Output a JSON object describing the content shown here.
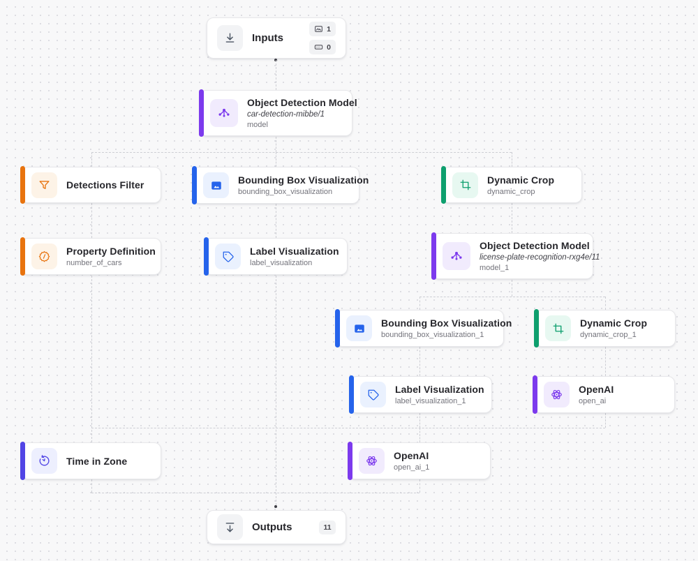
{
  "canvas": {
    "background": "#F8F8F9",
    "dot_color": "#DDDDE2",
    "edge_color": "#CDCED4"
  },
  "colors": {
    "purple": "#7C3AED",
    "purple_bg": "#F1EBFD",
    "orange": "#E8730E",
    "orange_bg": "#FDF3E7",
    "blue": "#2563EB",
    "blue_bg": "#EAF1FE",
    "green": "#0E9F6E",
    "green_bg": "#E7F8F1",
    "indigo": "#5145E5",
    "indigo_bg": "#EDEFFE",
    "gray": "#4B5563"
  },
  "nodes": {
    "inputs": {
      "title": "Inputs",
      "icon": "download-icon",
      "badges": [
        {
          "icon": "image-icon",
          "count": "1"
        },
        {
          "icon": "parameter-icon",
          "count": "0"
        }
      ]
    },
    "object_detection_model": {
      "title": "Object Detection Model",
      "model": "car-detection-mibbe/1",
      "name": "model",
      "icon": "model-graph-icon"
    },
    "detections_filter": {
      "title": "Detections Filter",
      "icon": "funnel-icon"
    },
    "bounding_box_visualization": {
      "title": "Bounding Box Visualization",
      "name": "bounding_box_visualization",
      "icon": "photo-icon"
    },
    "dynamic_crop": {
      "title": "Dynamic Crop",
      "name": "dynamic_crop",
      "icon": "crop-icon"
    },
    "property_definition": {
      "title": "Property Definition",
      "name": "number_of_cars",
      "icon": "gear-code-icon"
    },
    "label_visualization": {
      "title": "Label Visualization",
      "name": "label_visualization",
      "icon": "tag-icon"
    },
    "object_detection_model_1": {
      "title": "Object Detection Model",
      "model": "license-plate-recognition-rxg4e/11",
      "name": "model_1",
      "icon": "model-graph-icon"
    },
    "bounding_box_visualization_1": {
      "title": "Bounding Box Visualization",
      "name": "bounding_box_visualization_1",
      "icon": "photo-icon"
    },
    "dynamic_crop_1": {
      "title": "Dynamic Crop",
      "name": "dynamic_crop_1",
      "icon": "crop-icon"
    },
    "label_visualization_1": {
      "title": "Label Visualization",
      "name": "label_visualization_1",
      "icon": "tag-icon"
    },
    "open_ai": {
      "title": "OpenAI",
      "name": "open_ai",
      "icon": "atom-icon"
    },
    "time_in_zone": {
      "title": "Time in Zone",
      "icon": "stopwatch-icon"
    },
    "open_ai_1": {
      "title": "OpenAI",
      "name": "open_ai_1",
      "icon": "atom-icon"
    },
    "outputs": {
      "title": "Outputs",
      "count": "11",
      "icon": "tray-download-icon"
    }
  }
}
